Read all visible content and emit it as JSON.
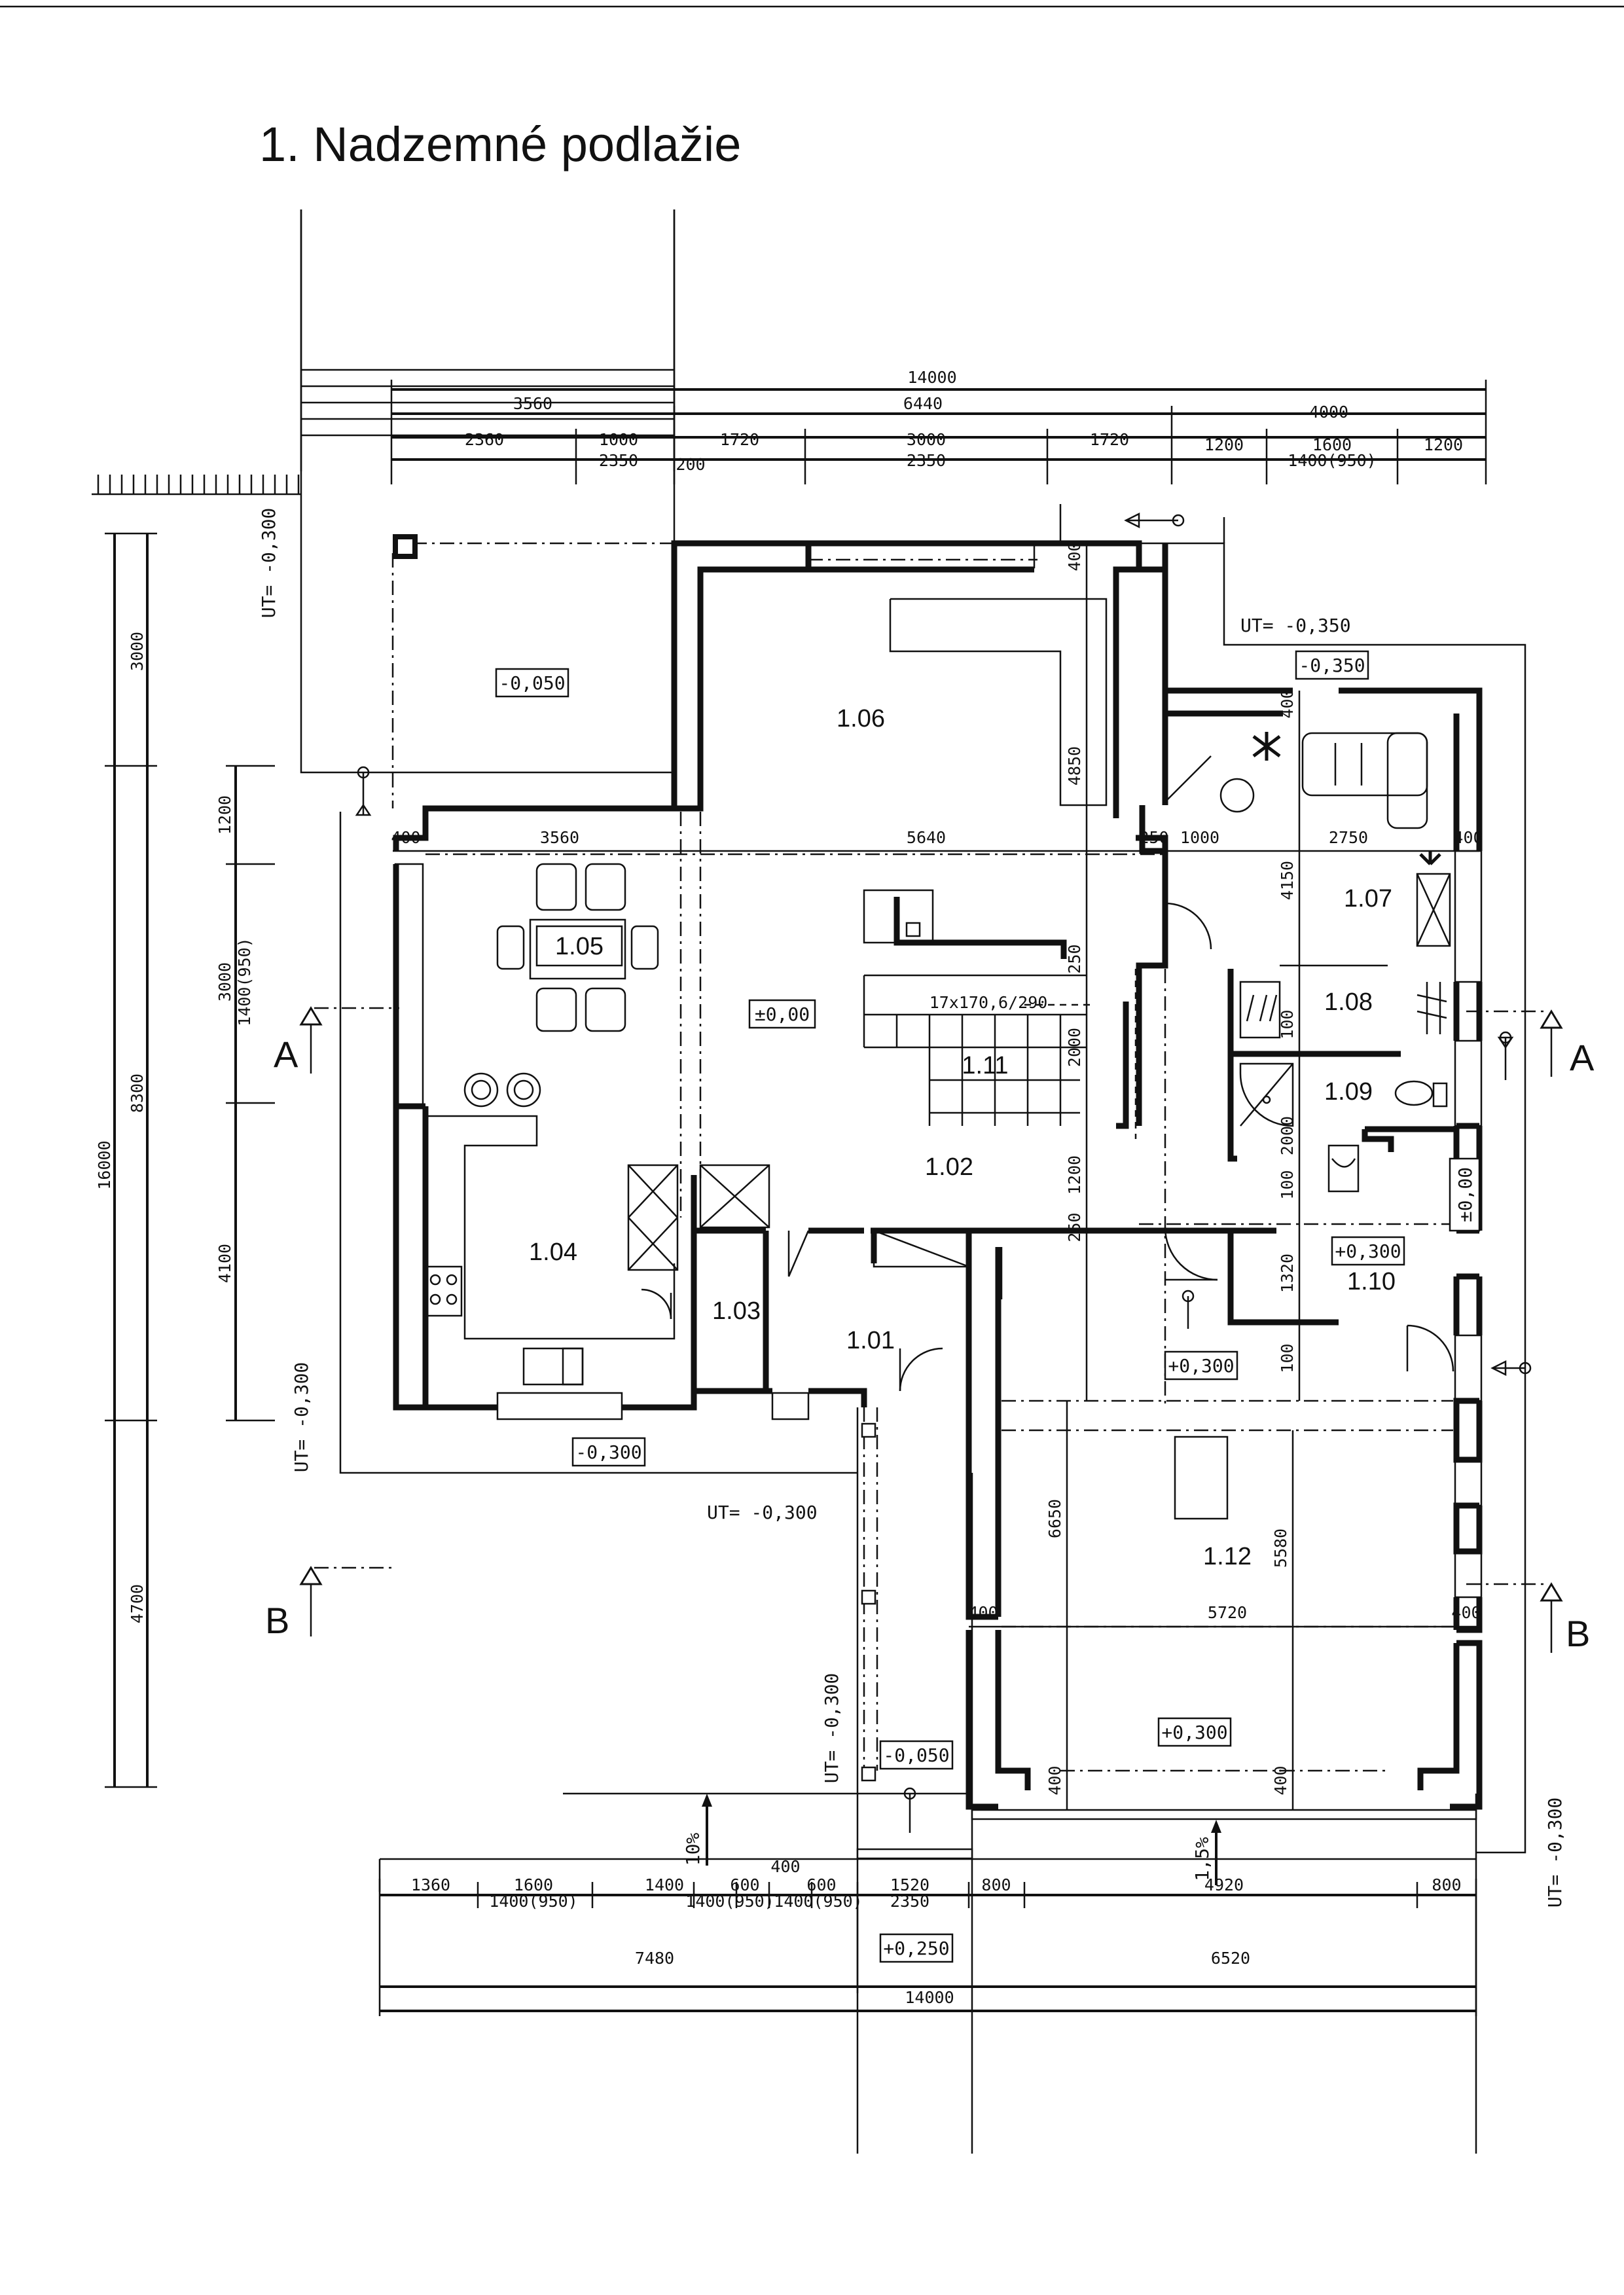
{
  "title": "1. Nadzemné podlažie",
  "dims_top": {
    "overall": "14000",
    "a": "3560",
    "b": "6440",
    "c": "4000",
    "d": "2360",
    "e": "1000",
    "e_sub": "2350",
    "f": "1720",
    "g": "3000",
    "g_sub": "2350",
    "h": "1720",
    "i": "1200",
    "j": "1600",
    "j_sub": "1400(950)",
    "k": "1200",
    "l": "200"
  },
  "dims_left": {
    "overall": "16000",
    "a": "3000",
    "b": "8300",
    "c": "4700",
    "d": "1200",
    "e": "3000",
    "e_sub": "1400(950)",
    "f": "4100"
  },
  "dims_bottom": {
    "a": "1360",
    "b": "1600",
    "b_sub": "1400(950)",
    "c": "1400",
    "d": "600",
    "d_sub": "1400(950)",
    "e": "400",
    "f": "600",
    "f_sub": "1400(950)",
    "g": "1520",
    "g_sub": "2350",
    "h": "800",
    "i": "4920",
    "j": "800",
    "k": "7480",
    "l": "6520",
    "overall": "14000"
  },
  "dims_inner": {
    "w1": "400",
    "w2": "3560",
    "w3": "5640",
    "w4": "250",
    "w5": "1000",
    "w6": "2750",
    "w7": "400",
    "h1": "400",
    "h2": "4850",
    "h3": "4150",
    "h4": "250",
    "h5": "2000",
    "h6": "1200",
    "h7": "250",
    "h8": "100",
    "h9": "2000",
    "h10": "100",
    "h11": "1320",
    "h12": "100",
    "h13": "6650",
    "h14": "5580",
    "h15": "400",
    "h16": "400",
    "w8": "400",
    "w9": "5720",
    "w10": "400",
    "h17": "400"
  },
  "stair": "17x170,6/290",
  "slopes": {
    "left": "10%",
    "right": "1,5%"
  },
  "levels": {
    "terrace_nw": "-0,050",
    "main": "±0,00",
    "east": "±0,00",
    "terrace_s": "-0,300",
    "entry": "-0,050",
    "bath": "+0,300",
    "garage_front": "+0,300",
    "garage": "+0,300",
    "ramp": "+0,250",
    "ne": "-0,350"
  },
  "terrain": {
    "ut1": "UT= -0,300",
    "ut2": "UT= -0,350",
    "ut3": "UT= -0,300",
    "ut4": "UT= -0,300",
    "ut5": "UT= -0,300",
    "ut6": "UT= -0,300"
  },
  "rooms": {
    "r101": "1.01",
    "r102": "1.02",
    "r103": "1.03",
    "r104": "1.04",
    "r105": "1.05",
    "r106": "1.06",
    "r107": "1.07",
    "r108": "1.08",
    "r109": "1.09",
    "r110": "1.10",
    "r111": "1.11",
    "r112": "1.12"
  },
  "sections": {
    "a": "A",
    "b": "B"
  }
}
